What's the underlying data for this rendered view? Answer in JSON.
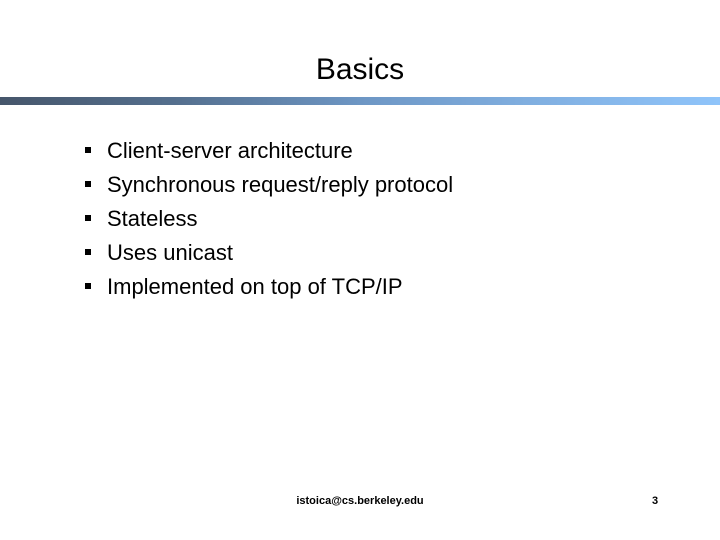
{
  "slide": {
    "title": "Basics",
    "page_number": "3",
    "footer_email": "istoica@cs.berkeley.edu",
    "bullet_marker_glyph": "square-bullet",
    "colors": {
      "background": "#ffffff",
      "text": "#000000",
      "rule_gradient_start": "#46566b",
      "rule_gradient_mid": "#6d96c4",
      "rule_gradient_end": "#8fc4fa"
    },
    "bullets": [
      {
        "text": "Client-server architecture"
      },
      {
        "text": "Synchronous request/reply protocol"
      },
      {
        "text": "Stateless"
      },
      {
        "text": "Uses unicast"
      },
      {
        "text": "Implemented on top of TCP/IP"
      }
    ]
  }
}
